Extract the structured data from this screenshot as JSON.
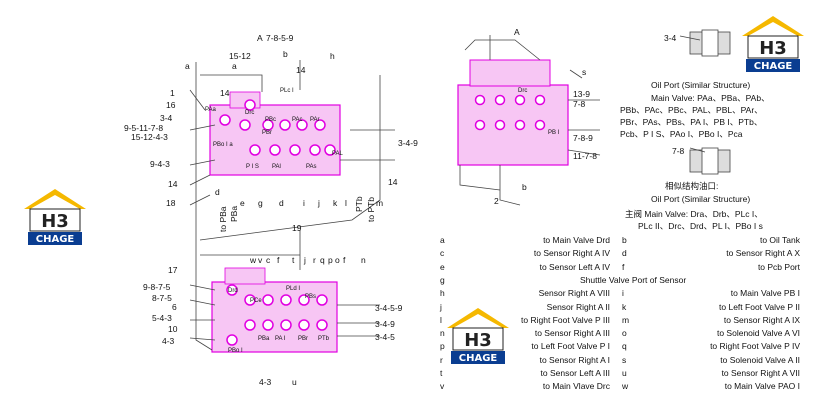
{
  "brand": {
    "logo_text": "CHAGE",
    "logo_mark": "H3"
  },
  "top_left_labels": {
    "A": "A",
    "A_code": "7-8-5-9",
    "c15_12": "15-12",
    "b": "b",
    "a1": "a",
    "a2": "a",
    "h": "h",
    "n1": "1",
    "n14a": "14",
    "n14b": "14",
    "n16": "16",
    "n3_4a": "3-4",
    "n9_5_11": "9-5-11-7-8",
    "n15_12_4": "15-12-4-3",
    "n9_4_3": "9-4-3",
    "n14c": "14",
    "n18": "18",
    "d": "d",
    "e": "e",
    "g": "g",
    "i": "i",
    "j": "j",
    "k": "k",
    "l": "l",
    "m": "m",
    "n14d": "14",
    "n3_4_9": "3-4-9",
    "toPBa": "to PBa",
    "toPBaSub": "PBa",
    "toPTb": "to PTb",
    "toPTbSub": "PTb",
    "n19": "19"
  },
  "ports_top": {
    "PAa": "PAa",
    "Drc": "Drc",
    "PLcI": "PLc I",
    "PBc": "PBc",
    "PAc": "PAc",
    "PAr": "PAr",
    "PBoIa": "PBo I a",
    "PIS": "P I S",
    "PAl": "PAl",
    "PAs": "PAs",
    "PAL": "PAL",
    "PBr": "PBr"
  },
  "bottom_left_labels": {
    "w": "w",
    "v": "v",
    "c": "c",
    "f": "f",
    "t": "t",
    "j": "j",
    "r": "r",
    "q": "q",
    "p": "p",
    "o": "o",
    "f2": "f",
    "n": "n",
    "n17": "17",
    "n9_8_7_5": "9-8-7-5",
    "n8_7_5": "8-7-5",
    "n6": "6",
    "n5_4_3": "5-4-3",
    "n10": "10",
    "n4_3": "4-3",
    "n3_4_5_9": "3-4-5-9",
    "n3_4_9": "3-4-9",
    "n3_4_5": "3-4-5",
    "n4_3b": "4-3",
    "u": "u"
  },
  "ports_bottom": {
    "Drd": "Drd",
    "PCe": "PCe",
    "PLdI": "PLd I",
    "PBa": "PBa",
    "PAI": "PA I",
    "PBoI": "PBo I",
    "PBr": "PBr",
    "PTb": "PTb",
    "PBs": "PBs"
  },
  "middle_labels": {
    "A": "A",
    "s": "s",
    "n13_9": "13-9",
    "n7_8": "7-8",
    "n7_8_9": "7-8-9",
    "n11_7_8": "11-7-8",
    "b": "b",
    "n2": "2",
    "DrcPort": "Drc",
    "PBI": "PB I"
  },
  "right_panel": {
    "n3_4": "3-4",
    "oil_port_title": "Oil Port (Similar Structure)",
    "main_valve_line1": "Main Valve: PAa、PBa、PAb、",
    "main_valve_line2": "PBb、PAc、PBc、PAL、PBL、PAr、",
    "main_valve_line3": "PBr、PAs、PBs、PA I、PB I、PTb、",
    "main_valve_line4": "Pcb、P I S、PAo I、PBo I、Pca",
    "n7_8": "7-8",
    "cn_title": "相似结构油口:",
    "oil_port_title2": "Oil Port (Similar Structure)",
    "main_valve2_line1": "主阀  Main Valve: Dra、Drb、PLc I、",
    "main_valve2_line2": "PLc II、Drc、Drd、PL I、PBo I s"
  },
  "legend": [
    {
      "key": "a",
      "text": "to Main Valve Drd",
      "key2": "b",
      "text2": "to Oil Tank"
    },
    {
      "key": "c",
      "text": "to Sensor Right A IV",
      "key2": "d",
      "text2": "to Sensor Right A X"
    },
    {
      "key": "e",
      "text": "to Sensor Left A IV",
      "key2": "f",
      "text2": "to Pcb Port"
    },
    {
      "key": "g",
      "text": "Shuttle Valve Port of Sensor",
      "key2": "",
      "text2": ""
    },
    {
      "key": "h",
      "text": "Sensor Right A VIII",
      "key2": "i",
      "text2": "to Main Valve PB I"
    },
    {
      "key": "j",
      "text": "Sensor Right A II",
      "key2": "k",
      "text2": "to Left Foot Valve P II"
    },
    {
      "key": "l",
      "text": "to Right Foot Valve P III",
      "key2": "m",
      "text2": "to Sensor Right A IX"
    },
    {
      "key": "n",
      "text": "to Sensor Right A III",
      "key2": "o",
      "text2": "to Solenoid Valve A VI"
    },
    {
      "key": "p",
      "text": "to Left Foot Valve P I",
      "key2": "q",
      "text2": "to Right Foot Valve P IV"
    },
    {
      "key": "r",
      "text": "to Sensor Right A I",
      "key2": "s",
      "text2": "to Solenoid Valve A II"
    },
    {
      "key": "t",
      "text": "to Sensor Left A III",
      "key2": "u",
      "text2": "to Sensor Right A VII"
    },
    {
      "key": "v",
      "text": "to Main Vlave Drc",
      "key2": "w",
      "text2": "to Main Valve PAO I"
    }
  ],
  "colors": {
    "magenta": "#e100e1",
    "pink_fill": "#f7c6f4",
    "logo_yellow": "#f5b800",
    "logo_blue": "#0a3d91"
  }
}
